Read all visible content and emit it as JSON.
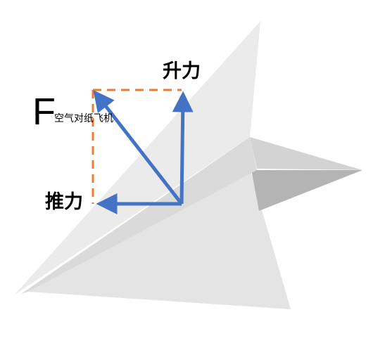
{
  "diagram": {
    "labels": {
      "lift": "升力",
      "thrust": "推力",
      "force_symbol": "F",
      "force_subscript": "空气对纸飞机"
    },
    "colors": {
      "arrow": "#4472c4",
      "dashed_line": "#ed7d31",
      "plane_light": "#e8e8e8",
      "plane_mid": "#d6d6d6",
      "plane_dark": "#b4b4b4"
    }
  }
}
